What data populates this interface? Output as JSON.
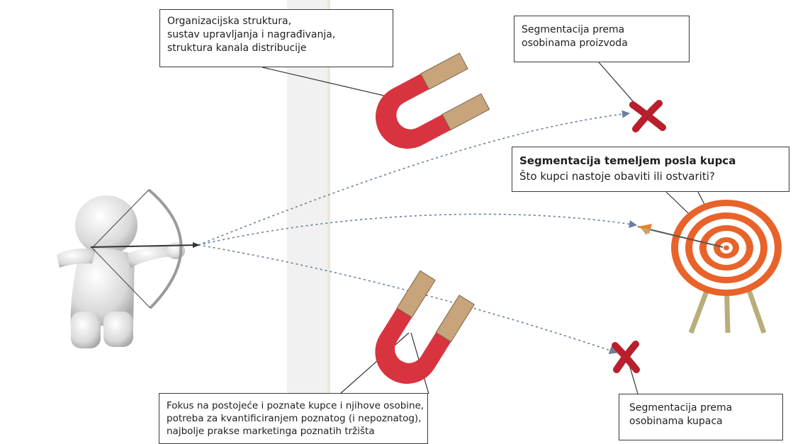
{
  "callouts": {
    "org_structure": {
      "lines": [
        "Organizacijska struktura,",
        "sustav upravljanja i nagrađivanja,",
        "struktura kanala distribucije"
      ]
    },
    "product_segmentation": {
      "lines": [
        "Segmentacija prema",
        "osobinama proizvoda"
      ]
    },
    "job_segmentation": {
      "title": "Segmentacija temeljem posla kupca",
      "question": "Što kupci nastoje obaviti ili ostvariti?"
    },
    "focus": {
      "lines": [
        "Fokus na postojeće i poznate kupce i njihove osobine,",
        "potreba za kvantificiranjem poznatog (i nepoznatog),",
        "najbolje prakse marketinga poznatih tržišta"
      ]
    },
    "customer_segmentation": {
      "lines": [
        "Segmentacija prema",
        "osobinama kupaca"
      ]
    }
  },
  "colors": {
    "magnet_red": "#d8343f",
    "magnet_tip": "#c8a47a",
    "miss_mark": "#b81f2c",
    "target_orange": "#e8632a",
    "target_white": "#ffffff",
    "figure_gray": "#dcdcdc",
    "bow": "#9a9a9a",
    "trajectory": "#6a7f9a"
  }
}
